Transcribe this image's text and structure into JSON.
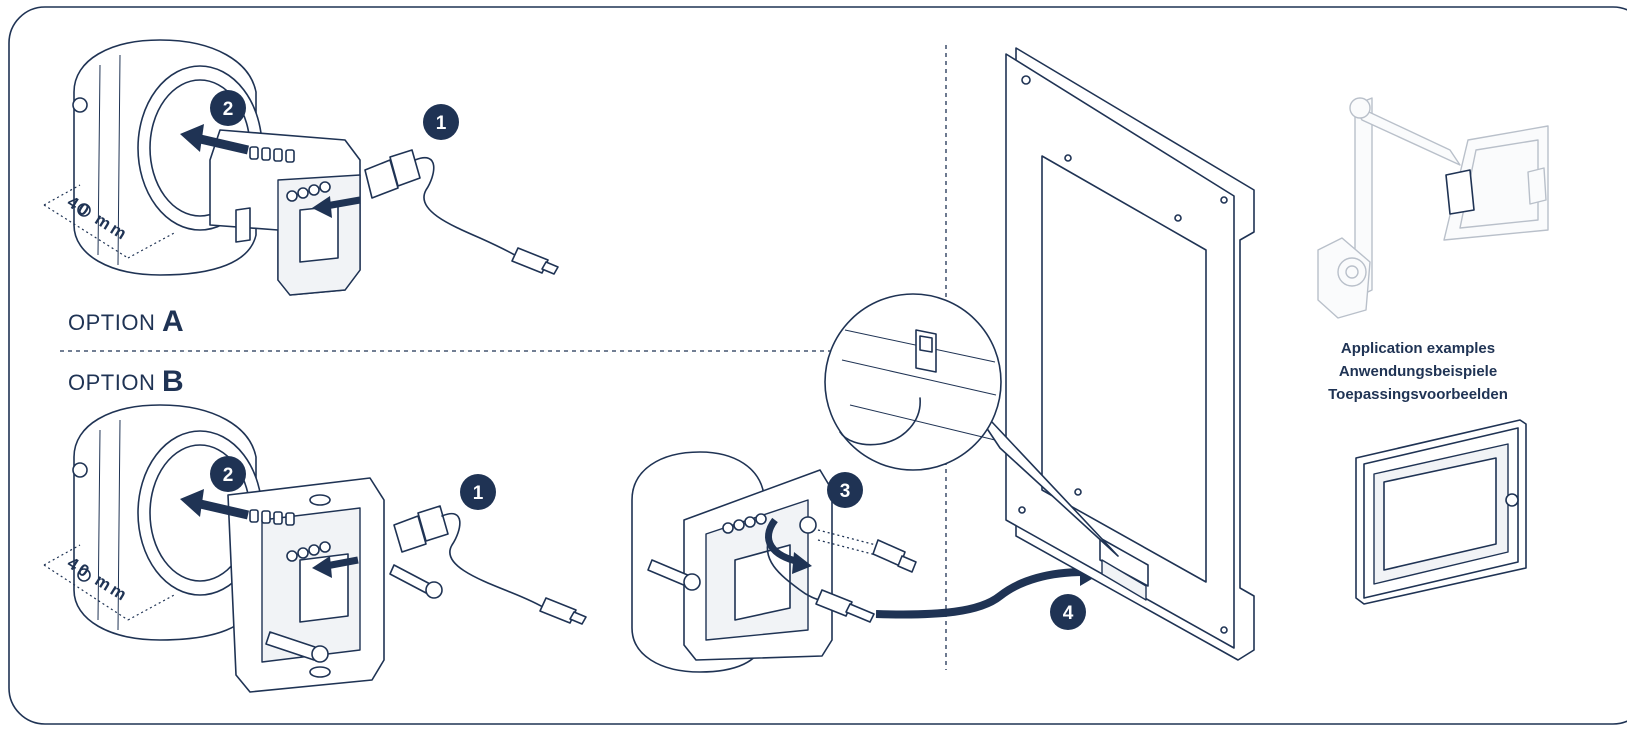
{
  "options": {
    "a": {
      "prefix": "OPTION",
      "letter": "A"
    },
    "b": {
      "prefix": "OPTION",
      "letter": "B"
    }
  },
  "dimensions": {
    "top": "40 mm",
    "bottom": "40 mm"
  },
  "steps": {
    "a1": "1",
    "a2": "2",
    "b1": "1",
    "b2": "2",
    "b3": "3",
    "b4": "4"
  },
  "application_examples": [
    "Application examples",
    "Anwendungsbeispiele",
    "Toepassingsvoorbeelden"
  ],
  "colors": {
    "ink": "#1f3354",
    "badge": "#1f3354",
    "background": "#ffffff"
  }
}
